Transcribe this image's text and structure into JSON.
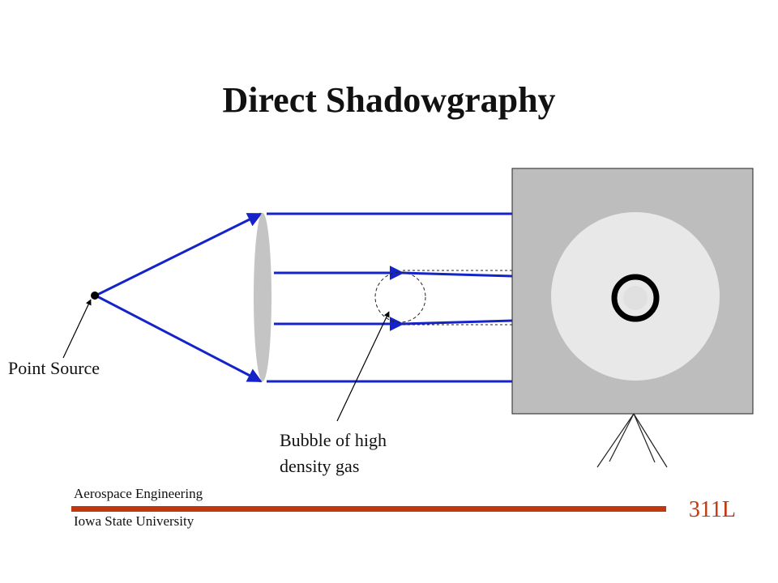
{
  "slide": {
    "title": "Direct Shadowgraphy",
    "labels": {
      "point_source": "Point Source",
      "bubble_line1": "Bubble of high",
      "bubble_line2": "density gas"
    },
    "footer": {
      "department": "Aerospace Engineering",
      "university": "Iowa State University",
      "course": "311L"
    }
  },
  "colors": {
    "ray": "#1424c8",
    "lens": "#c4c4c4",
    "screen": "#bdbdbd",
    "shadow_disc": "#e8e8e8",
    "ring": "#000000",
    "accent": "#c0380f"
  }
}
